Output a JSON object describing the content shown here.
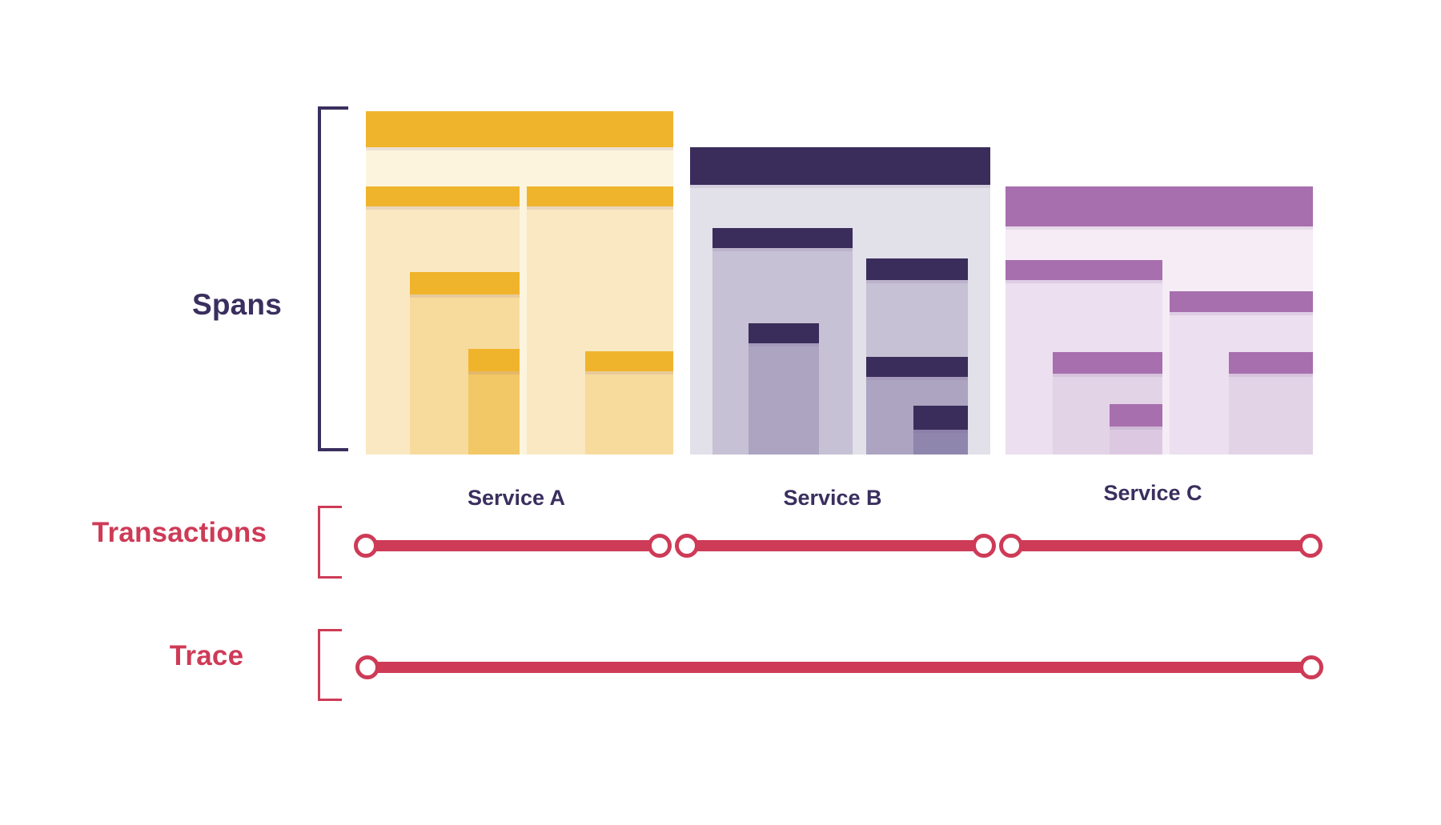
{
  "section_labels": {
    "spans": "Spans",
    "transactions": "Transactions",
    "trace": "Trace"
  },
  "services": [
    {
      "name": "Service A",
      "accent": "#F0B42C"
    },
    {
      "name": "Service B",
      "accent": "#3A2D5B"
    },
    {
      "name": "Service C",
      "accent": "#A76FAE"
    }
  ],
  "palette": {
    "label-navy": "#3A2F5E",
    "label-red": "#CE3B57",
    "line-red": "#CE3B57",
    "a-hdr": "#F0B42C",
    "a-b1": "#FCF4DD",
    "a-b2": "#F9E8C2",
    "a-b3": "#F7DB9D",
    "a-b4": "#F2C765",
    "b-hdr": "#3A2D5B",
    "b-b1": "#E2E0E9",
    "b-b2": "#C6C1D4",
    "b-b3": "#ACA4C1",
    "b-b4": "#8F86AD",
    "c-hdr": "#A76FAE",
    "c-b1": "#F5ECF6",
    "c-b2": "#ECDFEF",
    "c-b3": "#E3D3E7",
    "c-b4": "#DCC9E1"
  }
}
